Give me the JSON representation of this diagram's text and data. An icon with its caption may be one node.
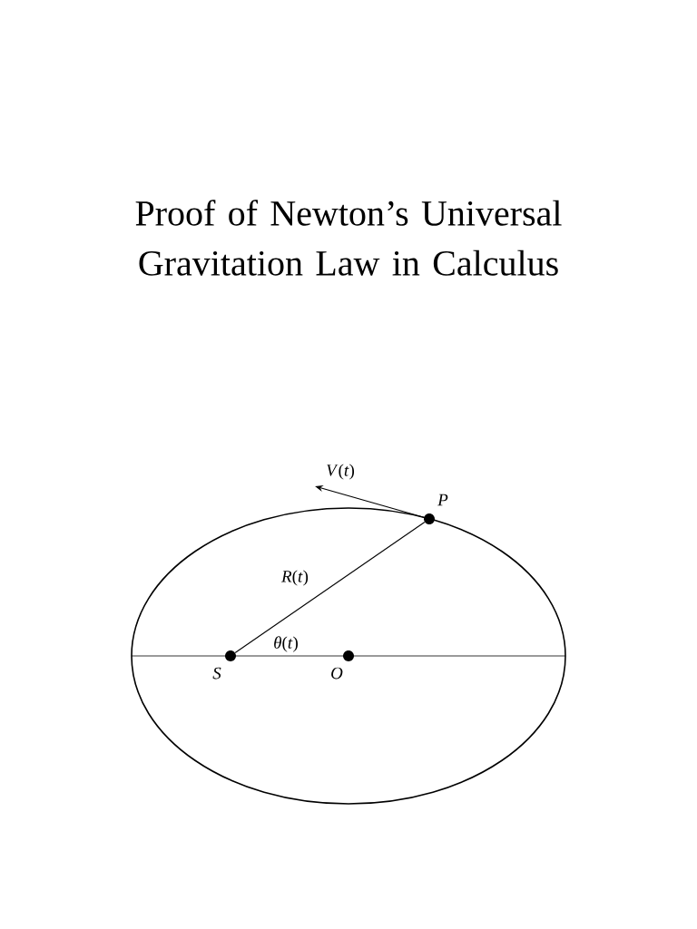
{
  "diagram": {
    "title": "Proof of Newton’s Universal Gravitation Law in Calculus",
    "nodes": [
      {
        "text": [],
        "shape": "circle",
        "beside": [
          "S"
        ]
      },
      {
        "text": [],
        "shape": "circle",
        "beside": [
          "O"
        ]
      },
      {
        "text": [],
        "shape": "circle",
        "beside": [
          "P"
        ]
      }
    ],
    "edges": [
      {
        "from": 0,
        "to": 2,
        "arrow": "none",
        "label": "*R*(*t*)"
      },
      {
        "from": 2,
        "to": null,
        "arrow": "to",
        "label": "*V*(*t*)"
      }
    ],
    "labels": [
      "*θ*(*t*)"
    ]
  }
}
